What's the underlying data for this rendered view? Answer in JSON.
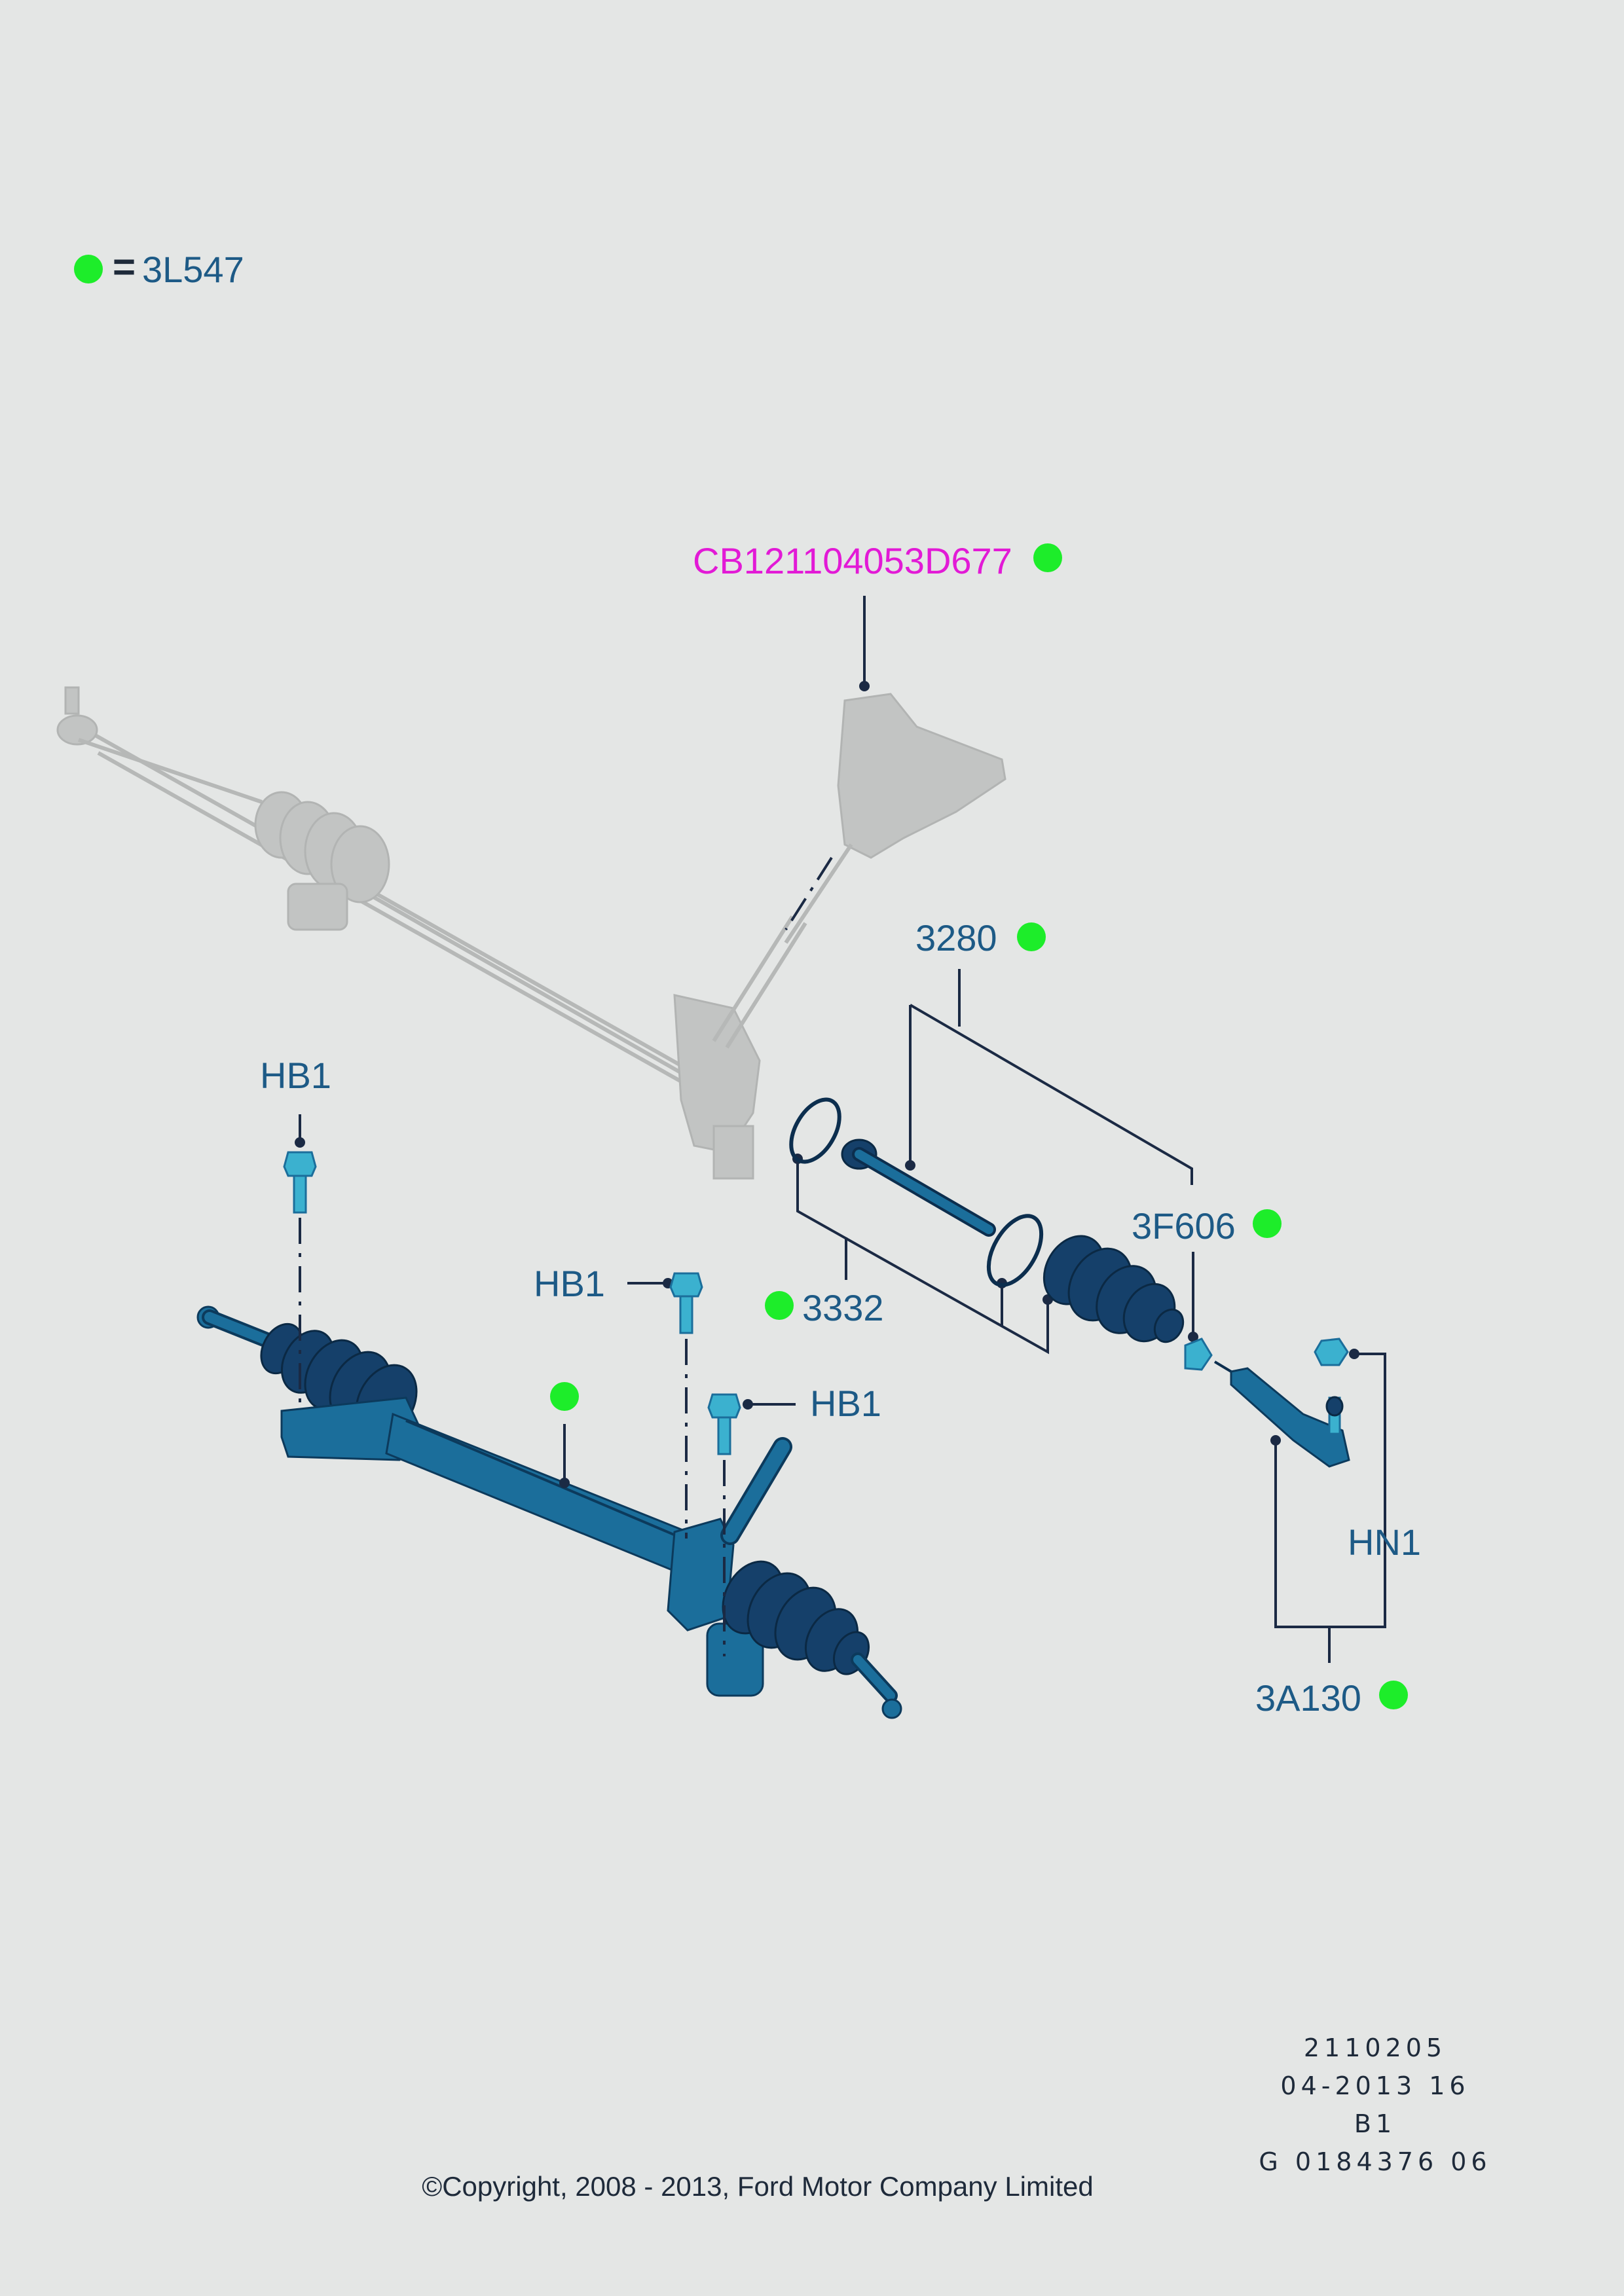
{
  "legend": {
    "equals": "=",
    "code": "3L547",
    "marker_color": "#1ded2a"
  },
  "callouts": {
    "main_part": "CB121104053D677",
    "rod_kit": "3280",
    "end_nut": "3F606",
    "boot_kit": "3332",
    "tie_rod_end": "3A130",
    "nut": "HN1",
    "bolt_1": "HB1",
    "bolt_2": "HB1",
    "bolt_3": "HB1"
  },
  "reference": {
    "line1": "2110205",
    "line2": "04-2013 16",
    "line3": "B1",
    "line4": "G 0184376 06"
  },
  "copyright": "©Copyright, 2008 - 2013, Ford Motor Company Limited",
  "colors": {
    "background": "#e4e6e5",
    "label": "#1d5a86",
    "highlight_label": "#e21ad6",
    "part": "#1b6e9b",
    "ghost": "#c2c4c3"
  }
}
